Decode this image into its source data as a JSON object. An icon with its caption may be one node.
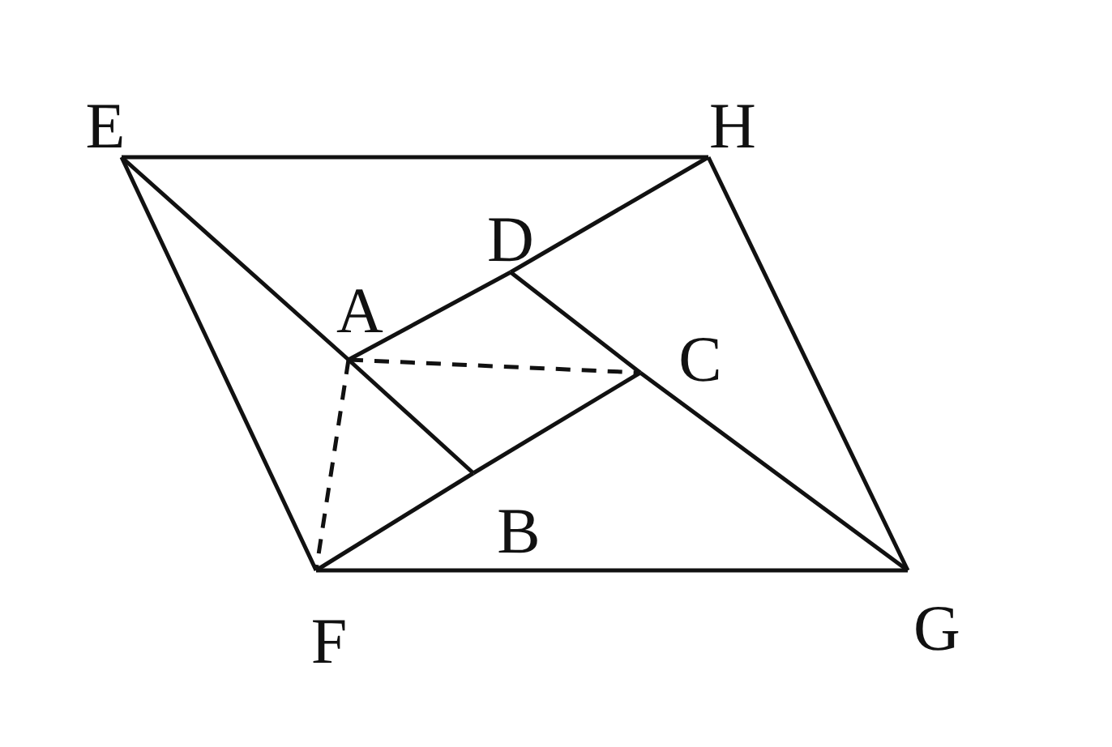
{
  "diagram": {
    "nodes": [
      {
        "text": [
          "E"
        ]
      },
      {
        "text": [
          "H"
        ]
      },
      {
        "text": [
          "D"
        ]
      },
      {
        "text": [
          "A"
        ]
      },
      {
        "text": [
          "C"
        ]
      },
      {
        "text": [
          "B"
        ]
      },
      {
        "text": [
          "F"
        ]
      },
      {
        "text": [
          "G"
        ]
      }
    ],
    "edges": [
      {
        "from": 0,
        "to": 1,
        "arrow": "none"
      },
      {
        "from": 0,
        "to": 6,
        "arrow": "none"
      },
      {
        "from": 1,
        "to": 7,
        "arrow": "none"
      },
      {
        "from": 6,
        "to": 7,
        "arrow": "none"
      },
      {
        "from": 0,
        "to": 3,
        "arrow": "none"
      },
      {
        "from": 3,
        "to": 2,
        "arrow": "none"
      },
      {
        "from": 2,
        "to": 1,
        "arrow": "none"
      },
      {
        "from": 3,
        "to": 5,
        "arrow": "none"
      },
      {
        "from": 2,
        "to": 4,
        "arrow": "none"
      },
      {
        "from": 4,
        "to": 7,
        "arrow": "none"
      },
      {
        "from": 6,
        "to": 5,
        "arrow": "none"
      },
      {
        "from": 5,
        "to": 4,
        "arrow": "none"
      },
      {
        "from": 3,
        "to": 4,
        "arrow": "none",
        "style": "dashed"
      },
      {
        "from": 3,
        "to": 6,
        "arrow": "none",
        "style": "dashed"
      }
    ]
  }
}
